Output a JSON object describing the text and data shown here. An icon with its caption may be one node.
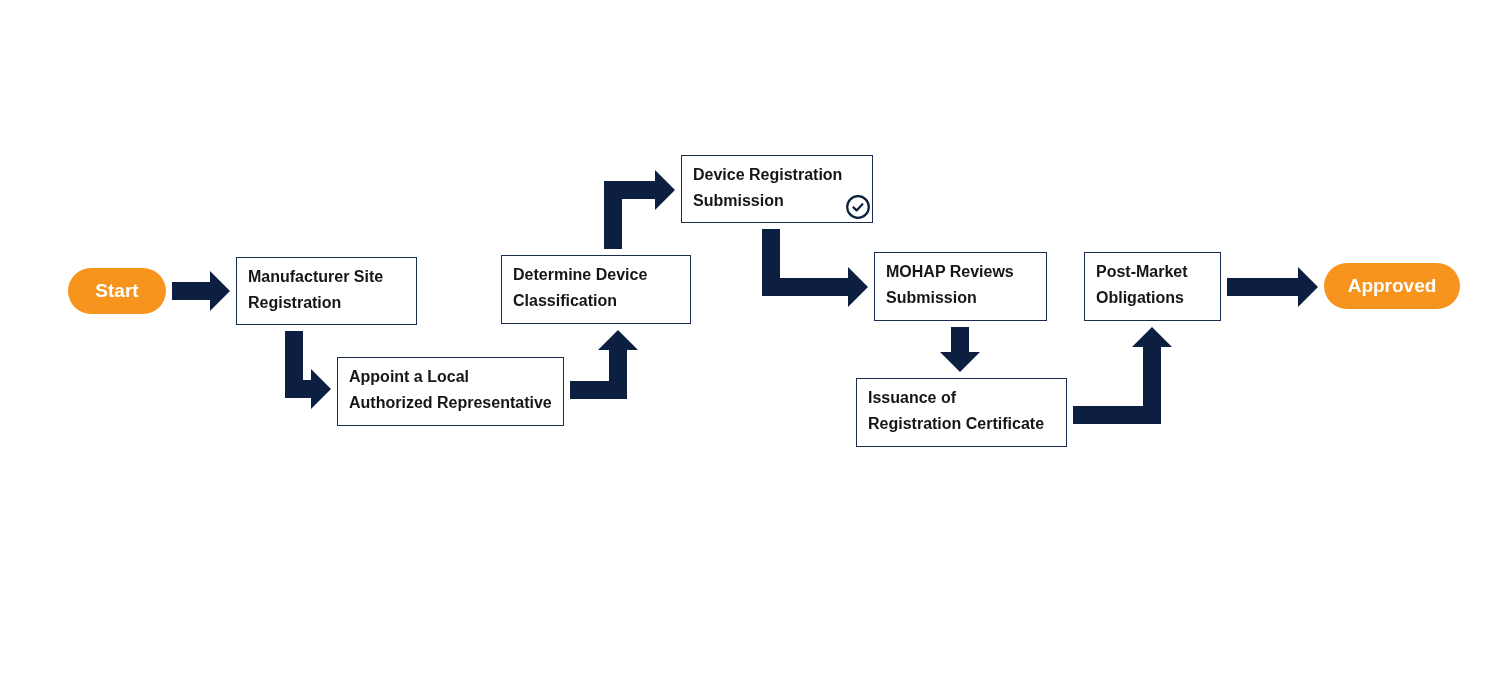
{
  "diagram": {
    "nodes": [
      {
        "text": [
          "Start"
        ]
      },
      {
        "text": [
          "Manufacturer Site Registration"
        ]
      },
      {
        "text": [
          "Appoint a Local Authorized Representative"
        ]
      },
      {
        "text": [
          "Determine Device Classification"
        ]
      },
      {
        "text": [
          "Device Registration Submission"
        ]
      },
      {
        "text": [
          "MOHAP Reviews Submission"
        ]
      },
      {
        "text": [
          "Issuance of Registration Certificate"
        ]
      },
      {
        "text": [
          "Post-Market Obligations"
        ]
      },
      {
        "text": [
          "Approved"
        ]
      }
    ],
    "edges": [
      {
        "from": 0,
        "to": 1,
        "arrow": "to"
      },
      {
        "from": 1,
        "to": 2,
        "arrow": "to"
      },
      {
        "from": 2,
        "to": 3,
        "arrow": "to"
      },
      {
        "from": 3,
        "to": 4,
        "arrow": "to"
      },
      {
        "from": 4,
        "to": 5,
        "arrow": "to"
      },
      {
        "from": 5,
        "to": 6,
        "arrow": "to"
      },
      {
        "from": 6,
        "to": 7,
        "arrow": "to"
      },
      {
        "from": 7,
        "to": 8,
        "arrow": "to"
      }
    ]
  }
}
